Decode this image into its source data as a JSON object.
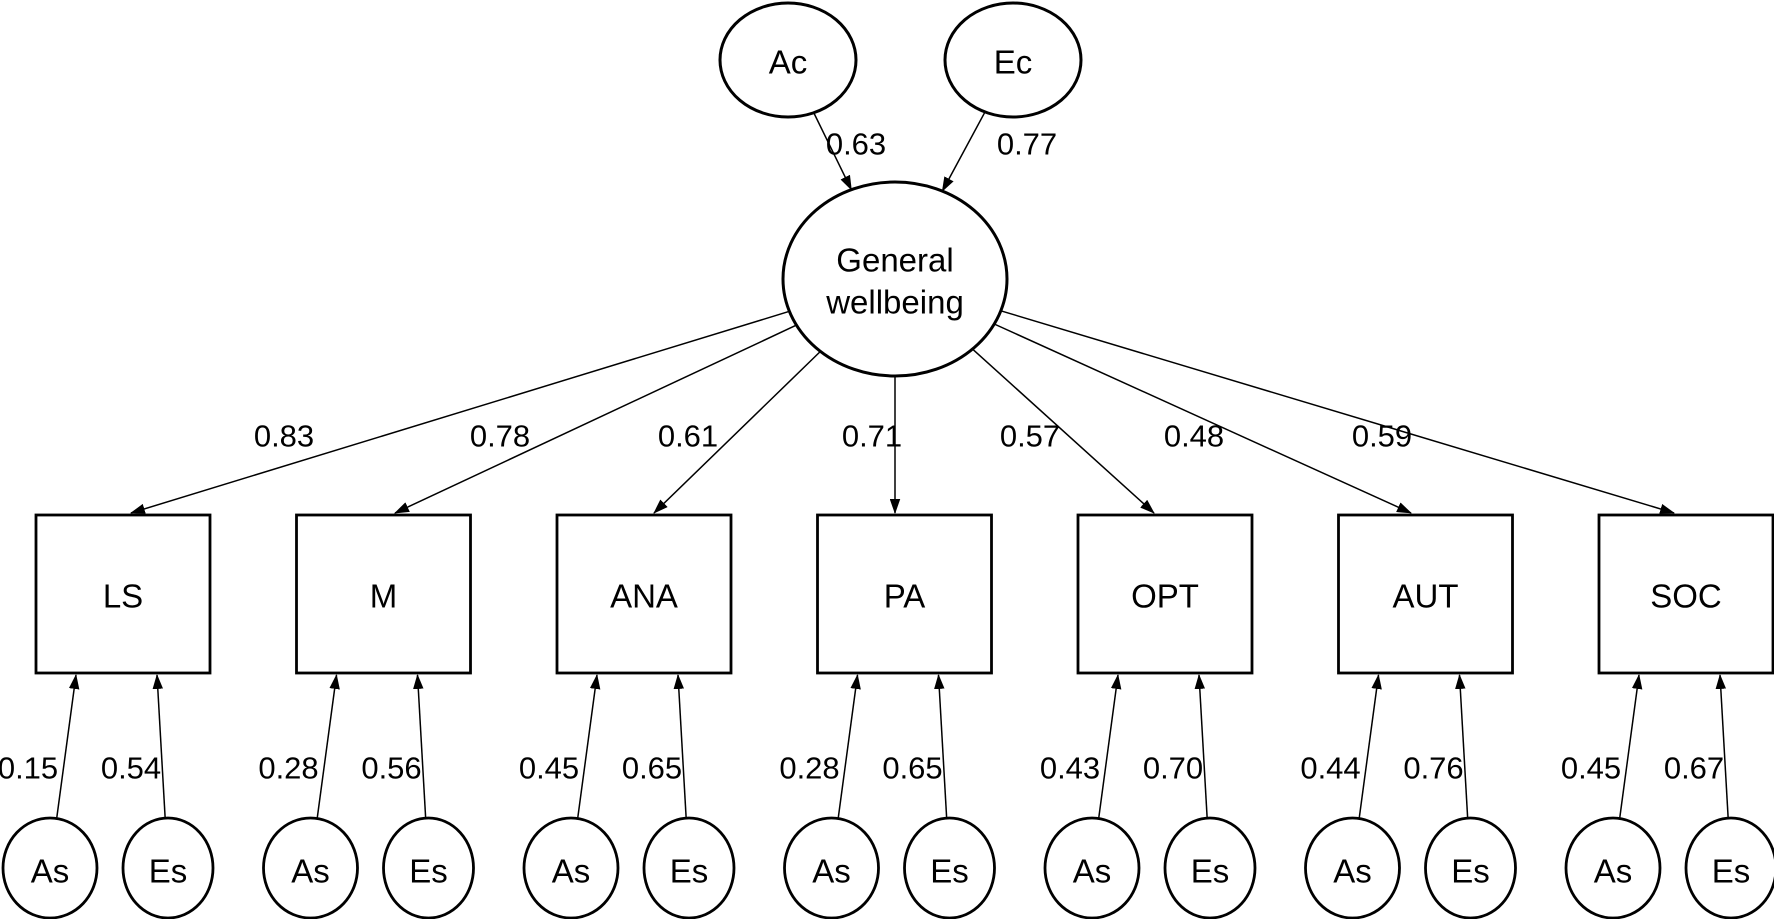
{
  "diagram": {
    "type": "structural-equation-model-path-diagram",
    "colors": {
      "background": "#ffffff",
      "line": "#000000",
      "text": "#000000"
    },
    "higher_order_factors": [
      {
        "label": "Ac",
        "loading_to_general": "0.63"
      },
      {
        "label": "Ec",
        "loading_to_general": "0.77"
      }
    ],
    "general_factor": {
      "label_line1": "General",
      "label_line2": "wellbeing"
    },
    "constructs": [
      {
        "label": "LS",
        "loading_from_general": "0.83",
        "as_loading": "0.15",
        "es_loading": "0.54"
      },
      {
        "label": "M",
        "loading_from_general": "0.78",
        "as_loading": "0.28",
        "es_loading": "0.56"
      },
      {
        "label": "ANA",
        "loading_from_general": "0.61",
        "as_loading": "0.45",
        "es_loading": "0.65"
      },
      {
        "label": "PA",
        "loading_from_general": "0.71",
        "as_loading": "0.28",
        "es_loading": "0.65"
      },
      {
        "label": "OPT",
        "loading_from_general": "0.57",
        "as_loading": "0.43",
        "es_loading": "0.70"
      },
      {
        "label": "AUT",
        "loading_from_general": "0.48",
        "as_loading": "0.44",
        "es_loading": "0.76"
      },
      {
        "label": "SOC",
        "loading_from_general": "0.59",
        "as_loading": "0.45",
        "es_loading": "0.67"
      }
    ],
    "residual_labels": {
      "as": "As",
      "es": "Es"
    }
  }
}
